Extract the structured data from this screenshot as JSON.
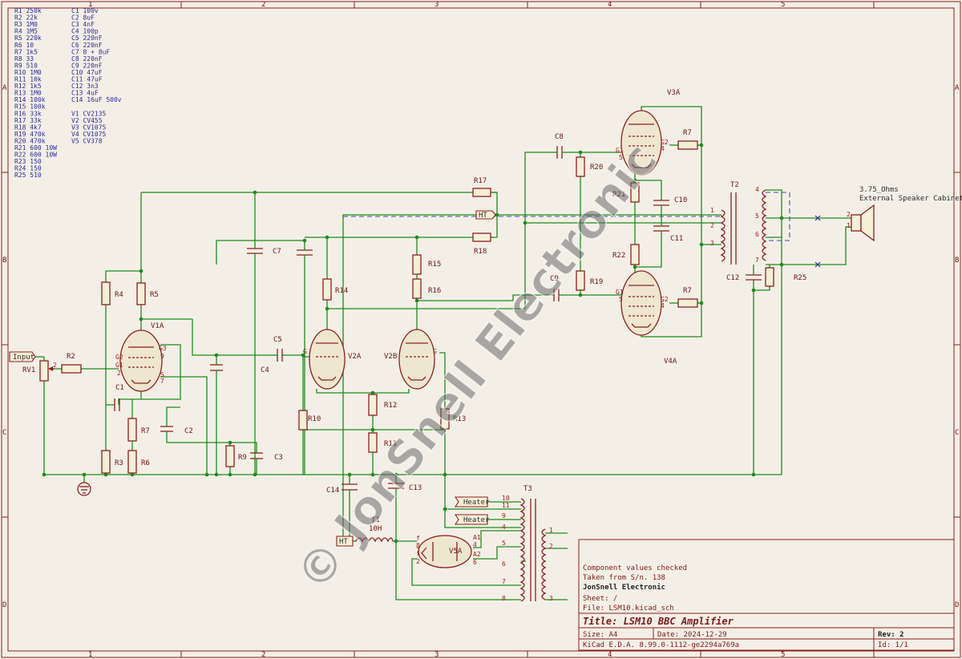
{
  "sheet": {
    "col_labels": [
      "1",
      "2",
      "3",
      "4",
      "5"
    ],
    "row_labels": [
      "A",
      "B",
      "C",
      "D"
    ]
  },
  "legend_resistors": [
    "R1 250k",
    "R2 22k",
    "R3 1M0",
    "R4 1M5",
    "R5 220k",
    "R6 10",
    "R7 1k5",
    "R8 33",
    "R9 510",
    "R10 1M0",
    "R11 10k",
    "R12 1k5",
    "R13 1M0",
    "R14 100k",
    "R15 100k",
    "R16 33k",
    "R17 33k",
    "R18 4k7",
    "R19 470k",
    "R20 470k",
    "R21 600 10W",
    "R22 600 10W",
    "R23 150",
    "R24 150",
    "R25 510"
  ],
  "legend_capacitors": [
    "C1 100v",
    "C2 8uF",
    "C3 4nF",
    "C4 100p",
    "C5 220nF",
    "C6 220nF",
    "C7 8 + 8uF",
    "C8 220nF",
    "C9 220nF",
    "C10 47uF",
    "C11 47uF",
    "C12 3n3",
    "C13 4uF",
    "C14 16uF 500v"
  ],
  "legend_valves": [
    "V1 CV2135",
    "V2 CV455",
    "V3 CV1075",
    "V4 CV1075",
    "V5 CV378"
  ],
  "watermark": "© JonSnell Electronic",
  "refs": {
    "input": "Input",
    "rv1": "RV1",
    "r2": "R2",
    "r4": "R4",
    "r5": "R5",
    "v1a": "V1A",
    "c1": "C1",
    "r7a": "R7",
    "c2": "C2",
    "r3": "R3",
    "r6": "R6",
    "r9": "R9",
    "c3": "C3",
    "c4": "C4",
    "c5": "C5",
    "c7": "C7",
    "r17": "R17",
    "r18": "R18",
    "ht1": "HT",
    "ht2": "HT",
    "r14": "R14",
    "r15": "R15",
    "r16": "R16",
    "v2a": "V2A",
    "v2b": "V2B",
    "r10": "R10",
    "r12": "R12",
    "r11": "R11",
    "r13": "R13",
    "c8": "C8",
    "c9": "C9",
    "r20": "R20",
    "r19": "R19",
    "v3a": "V3A",
    "v4a": "V4A",
    "r7b": "R7",
    "r7c": "R7",
    "r21": "R21",
    "r22": "R22",
    "c10": "C10",
    "c11": "C11",
    "t2": "T2",
    "c12": "C12",
    "r25": "R25",
    "speaker_value": "3.75_Ohms",
    "speaker_name": "External Speaker Cabinet",
    "c14": "C14",
    "c13": "C13",
    "t1": "T1",
    "t1_value": "10H",
    "v5a": "V5A",
    "t3": "T3",
    "heater1": "Heater",
    "heater2": "Heater"
  },
  "title_block": {
    "comment1": "Component values checked",
    "comment2": "Taken from S/n. 138",
    "company": "JonSnell Electronic",
    "sheet": "Sheet: /",
    "file": "File: LSM10.kicad_sch",
    "title": "Title: LSM10 BBC Amplifier",
    "size": "Size: A4",
    "date": "Date: 2024-12-29",
    "kicad": "KiCad E.D.A. 8.99.0-1112-ge2294a769a",
    "rev": "Rev: 2",
    "id": "Id: 1/1"
  }
}
